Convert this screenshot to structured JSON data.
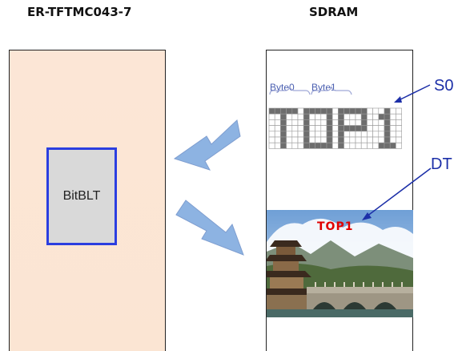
{
  "titles": {
    "left": "ER-TFTMC043-7",
    "right": "SDRAM"
  },
  "bitblt_label": "BitBLT",
  "byte_labels": [
    "Byte0",
    "Byte1"
  ],
  "pixel_text": "TOP1",
  "labels": {
    "s0": "S0",
    "dt": "DT"
  },
  "scene_text": "TOP1",
  "colors": {
    "accent_blue": "#2b3ee0",
    "arrow_fill": "#8db3e2",
    "panel_fill": "#fce6d6",
    "text_red": "#e00000"
  }
}
